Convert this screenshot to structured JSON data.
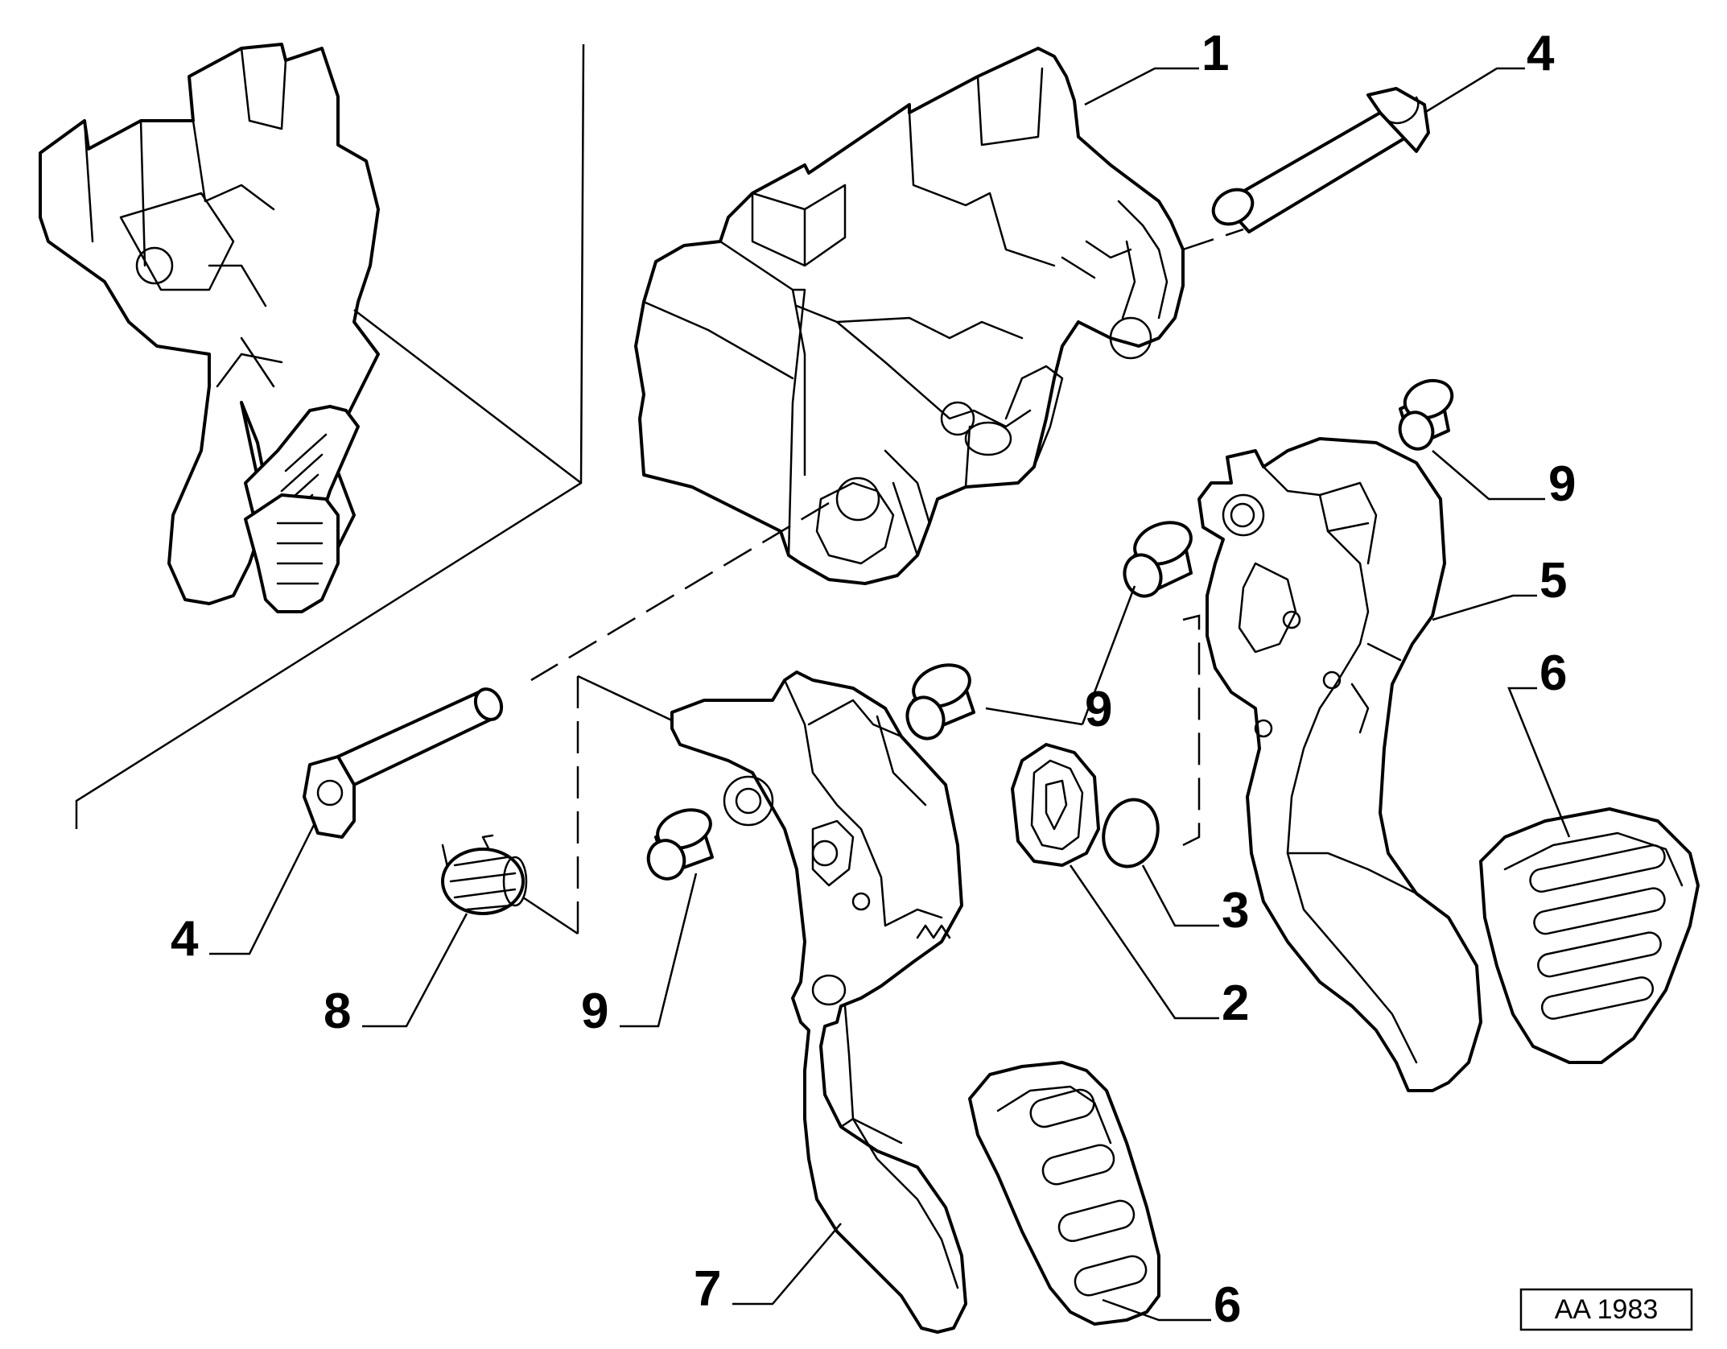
{
  "callouts": {
    "c1": "1",
    "c4_top": "4",
    "c9_right": "9",
    "c5": "5",
    "c6_right": "6",
    "c9_mid": "9",
    "c3": "3",
    "c2": "2",
    "c4_left": "4",
    "c8": "8",
    "c9_left": "9",
    "c7": "7",
    "c6_bottom": "6"
  },
  "reference_code": "AA 1983",
  "colors": {
    "line": "#000000",
    "background": "#ffffff"
  }
}
